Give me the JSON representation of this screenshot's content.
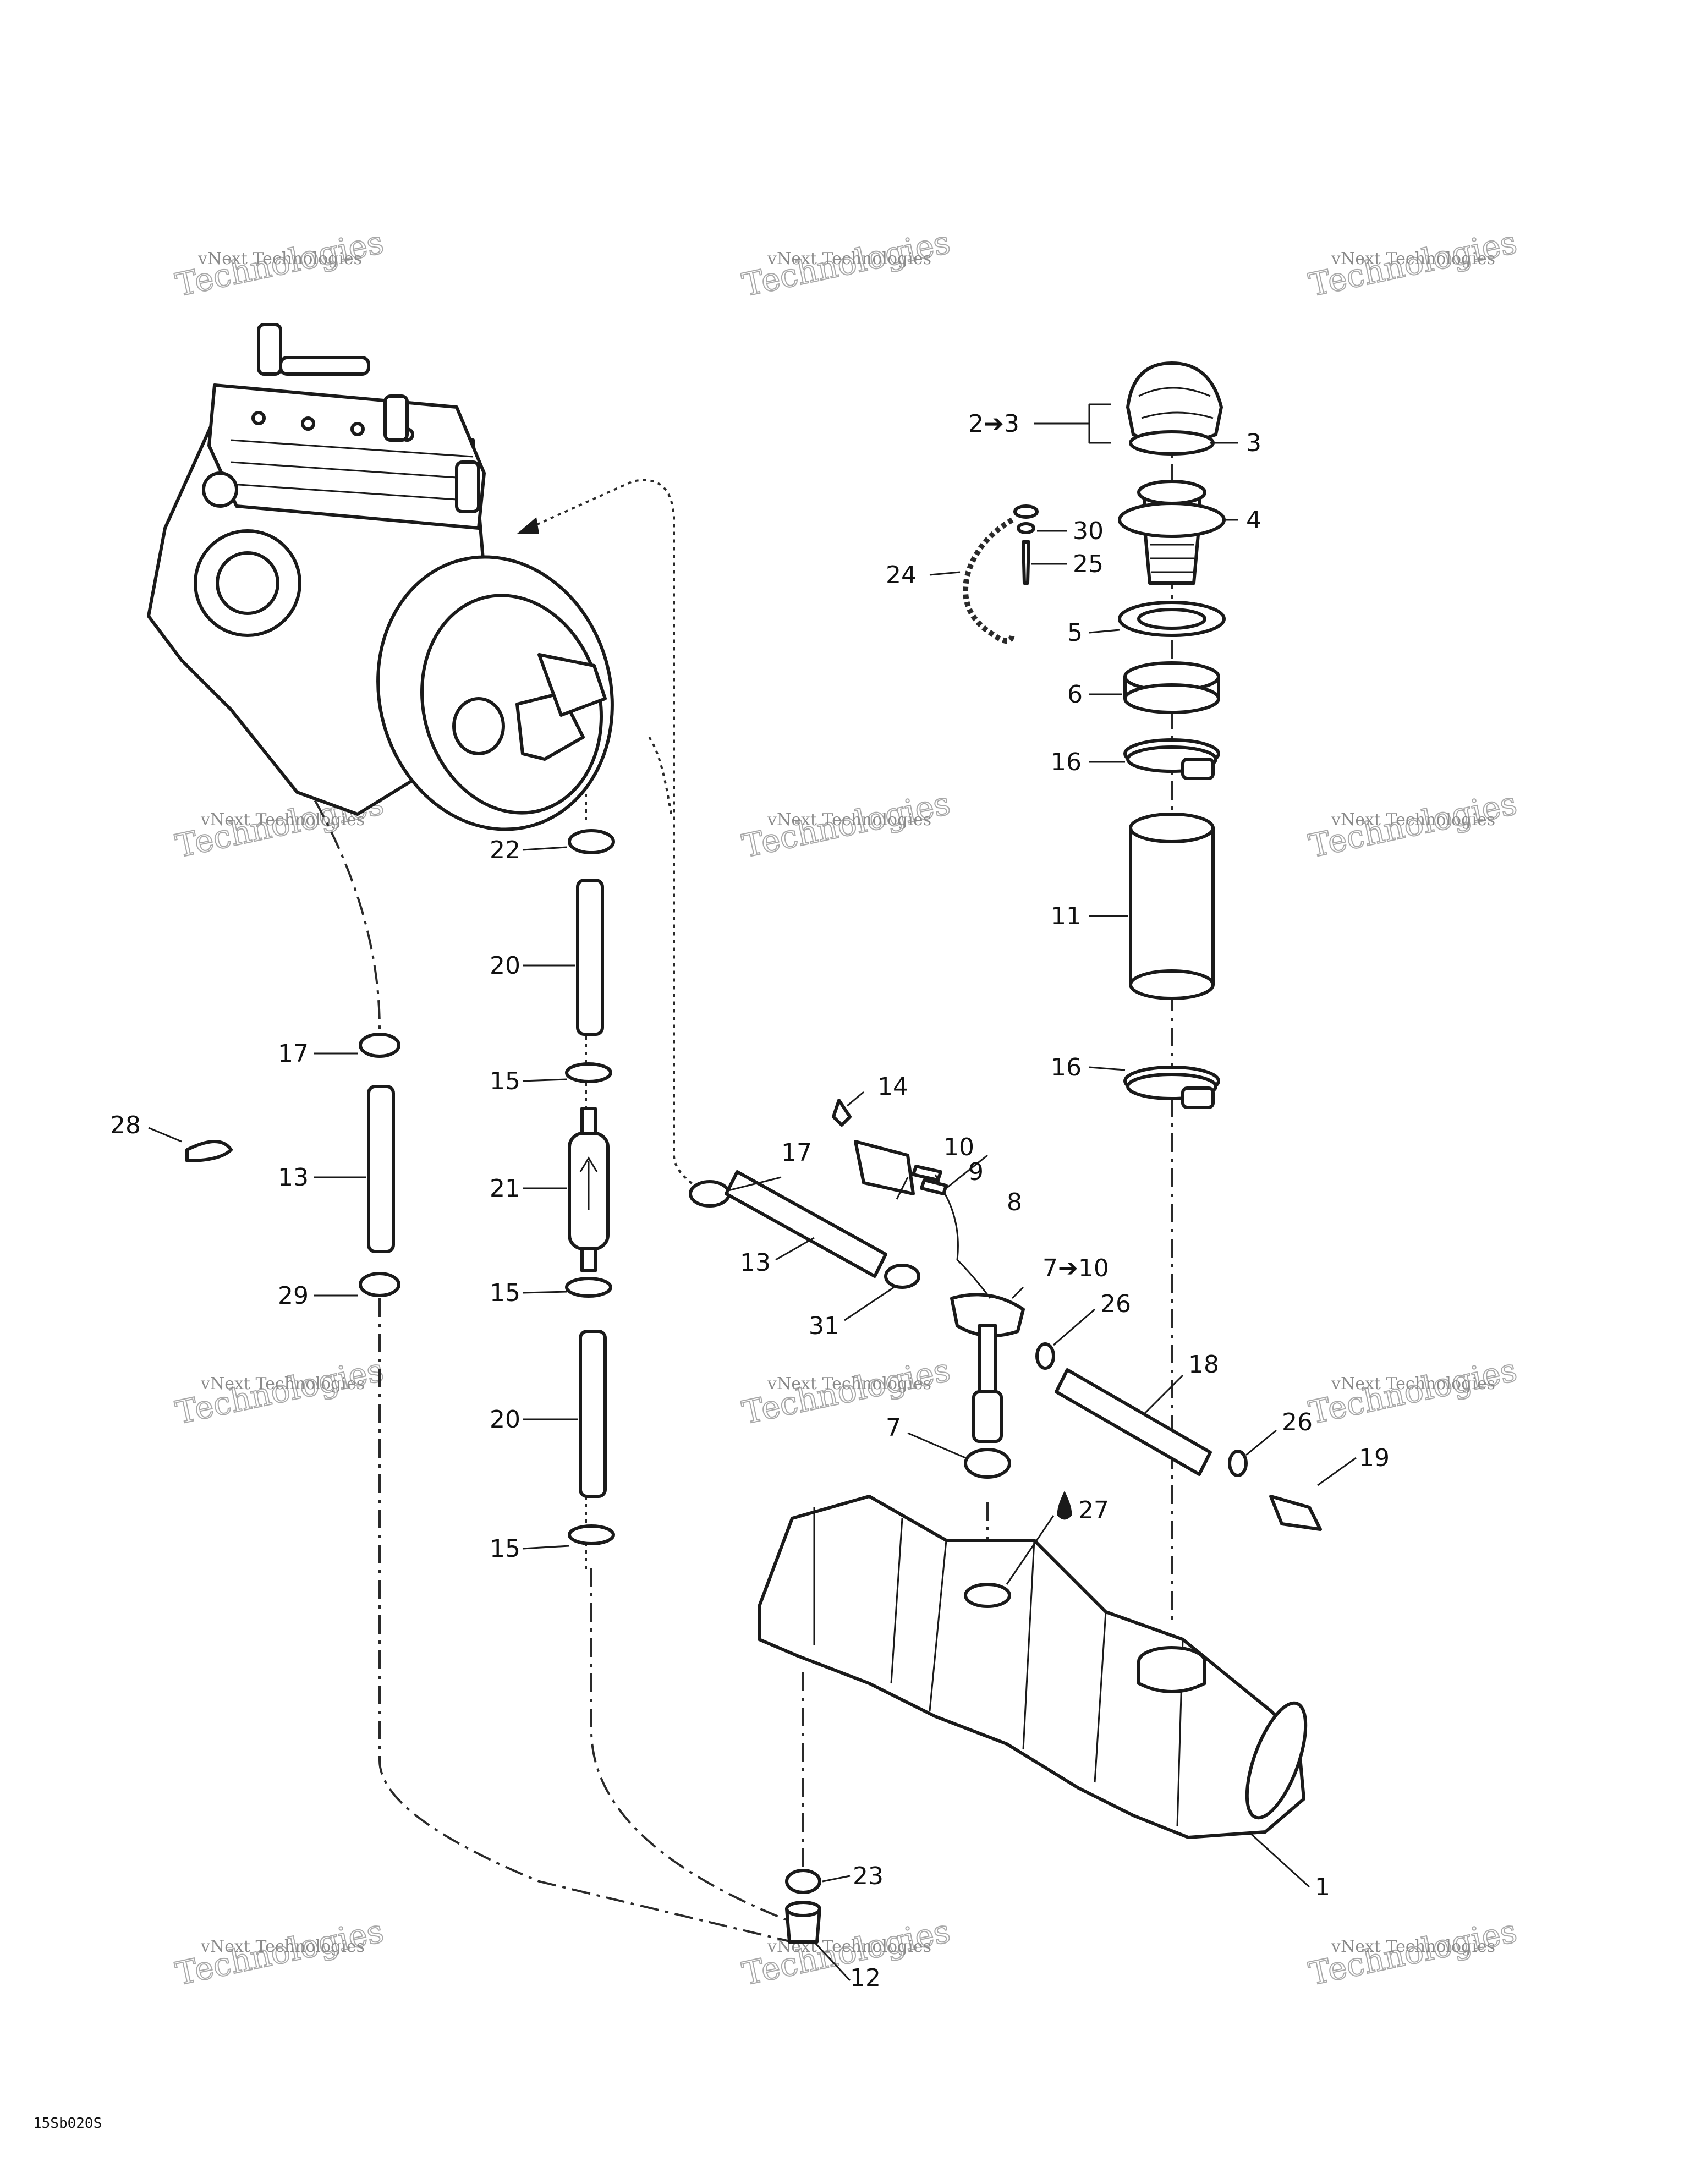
{
  "watermark": {
    "line1": "vNext Technologies",
    "line2": "Technologies",
    "line3": "vNext"
  },
  "drawing_code": "15Sb020S",
  "callouts": [
    {
      "id": "c-2-3",
      "text": "2➔3"
    },
    {
      "id": "c-3",
      "text": "3"
    },
    {
      "id": "c-4",
      "text": "4"
    },
    {
      "id": "c-30",
      "text": "30"
    },
    {
      "id": "c-25",
      "text": "25"
    },
    {
      "id": "c-24",
      "text": "24"
    },
    {
      "id": "c-5",
      "text": "5"
    },
    {
      "id": "c-6",
      "text": "6"
    },
    {
      "id": "c-16a",
      "text": "16"
    },
    {
      "id": "c-11",
      "text": "11"
    },
    {
      "id": "c-16b",
      "text": "16"
    },
    {
      "id": "c-22",
      "text": "22"
    },
    {
      "id": "c-20a",
      "text": "20"
    },
    {
      "id": "c-15a",
      "text": "15"
    },
    {
      "id": "c-21",
      "text": "21"
    },
    {
      "id": "c-15b",
      "text": "15"
    },
    {
      "id": "c-20b",
      "text": "20"
    },
    {
      "id": "c-15c",
      "text": "15"
    },
    {
      "id": "c-17a",
      "text": "17"
    },
    {
      "id": "c-13a",
      "text": "13"
    },
    {
      "id": "c-29",
      "text": "29"
    },
    {
      "id": "c-28",
      "text": "28"
    },
    {
      "id": "c-14",
      "text": "14"
    },
    {
      "id": "c-10",
      "text": "10"
    },
    {
      "id": "c-9",
      "text": "9"
    },
    {
      "id": "c-8",
      "text": "8"
    },
    {
      "id": "c-17b",
      "text": "17"
    },
    {
      "id": "c-13b",
      "text": "13"
    },
    {
      "id": "c-31",
      "text": "31"
    },
    {
      "id": "c-7-10",
      "text": "7➔10"
    },
    {
      "id": "c-26a",
      "text": "26"
    },
    {
      "id": "c-18",
      "text": "18"
    },
    {
      "id": "c-26b",
      "text": "26"
    },
    {
      "id": "c-19",
      "text": "19"
    },
    {
      "id": "c-7",
      "text": "7"
    },
    {
      "id": "c-27",
      "text": "27"
    },
    {
      "id": "c-1",
      "text": "1"
    },
    {
      "id": "c-23",
      "text": "23"
    },
    {
      "id": "c-12",
      "text": "12"
    }
  ]
}
